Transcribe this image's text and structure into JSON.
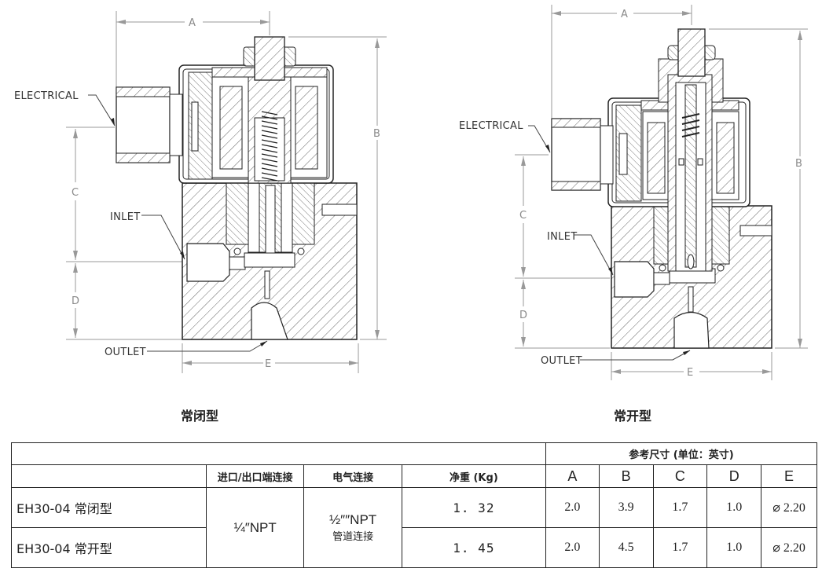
{
  "drawings": [
    {
      "id": "normally-closed",
      "caption": "常闭型",
      "labels": {
        "electrical": "ELECTRICAL",
        "inlet": "INLET",
        "outlet": "OUTLET"
      },
      "dims": {
        "a": "A",
        "b": "B",
        "c": "C",
        "d": "D",
        "e": "E"
      }
    },
    {
      "id": "normally-open",
      "caption": "常开型",
      "labels": {
        "electrical": "ELECTRICAL",
        "inlet": "INLET",
        "outlet": "OUTLET"
      },
      "dims": {
        "a": "A",
        "b": "B",
        "c": "C",
        "d": "D",
        "e": "E"
      }
    }
  ],
  "table": {
    "group_header": "参考尺寸 (单位：英寸)",
    "headers": {
      "model": "",
      "port": "进口/出口端连接",
      "electrical": "电气连接",
      "weight": "净重 (Kg)",
      "a": "A",
      "b": "B",
      "c": "C",
      "d": "D",
      "e": "E"
    },
    "port_value": "¼″NPT",
    "electrical_value": "½″″NPT",
    "electrical_sub": "管道连接",
    "rows": [
      {
        "model": "EH30-04 常闭型",
        "weight": "1. 32",
        "a": "2.0",
        "b": "3.9",
        "c": "1.7",
        "d": "1.0",
        "e": "⌀ 2.20"
      },
      {
        "model": "EH30-04 常开型",
        "weight": "1. 45",
        "a": "2.0",
        "b": "4.5",
        "c": "1.7",
        "d": "1.0",
        "e": "⌀ 2.20"
      }
    ]
  }
}
